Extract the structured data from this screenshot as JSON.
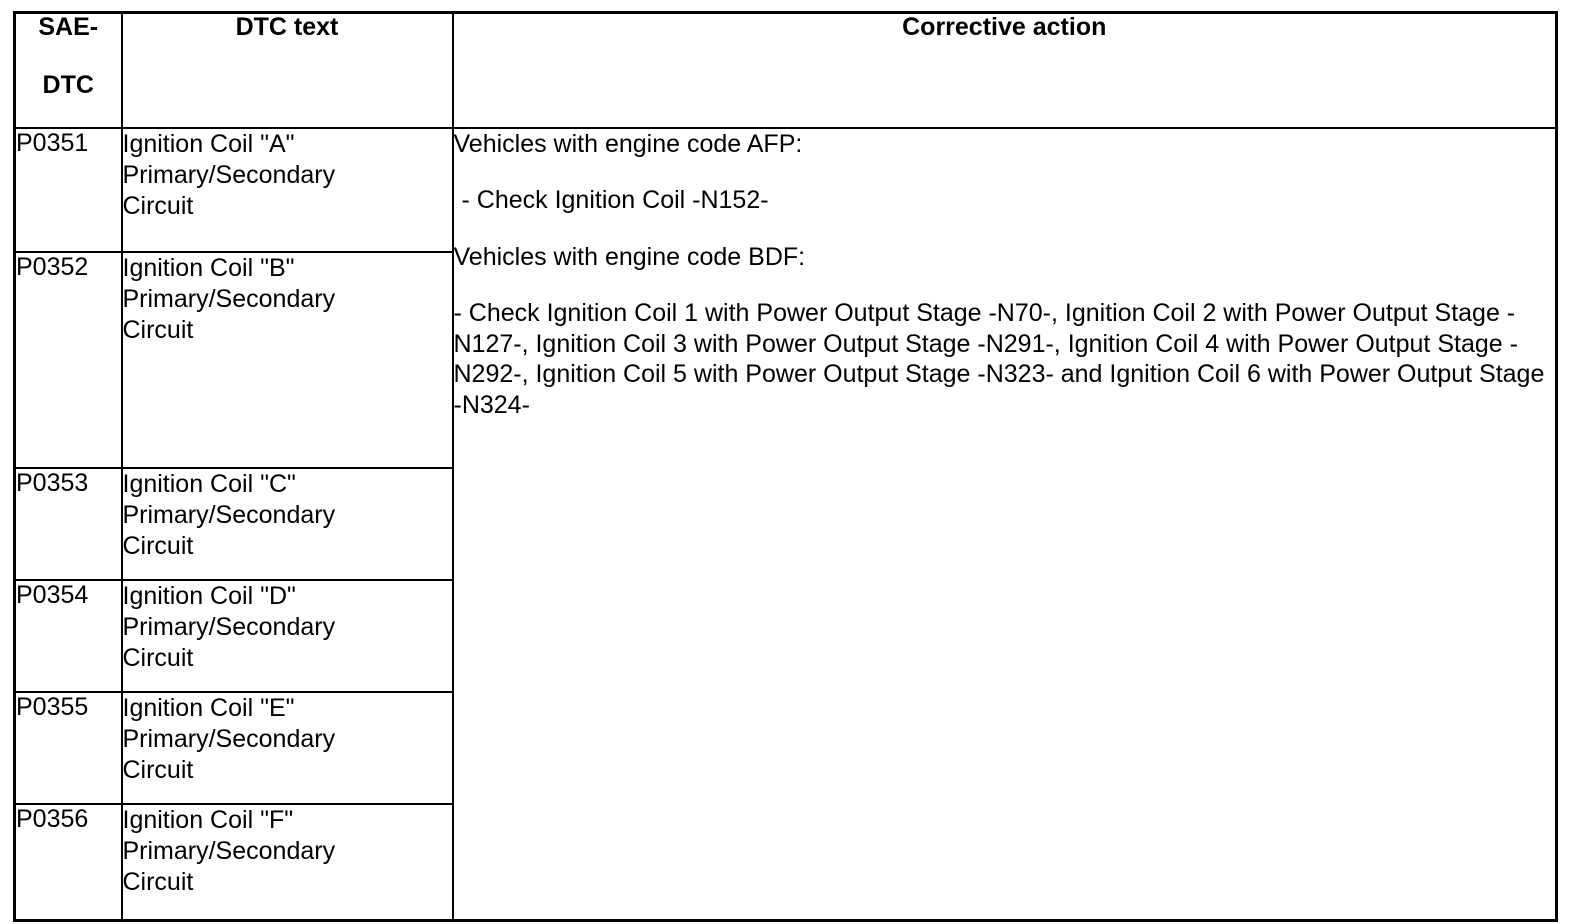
{
  "table": {
    "headers": {
      "code": {
        "line1": "SAE-",
        "line2": "DTC"
      },
      "dtc_text": "DTC text",
      "corrective_action": "Corrective action"
    },
    "rows": [
      {
        "code": "P0351",
        "text_lines": [
          "Ignition Coil \"A\"",
          "Primary/Secondary",
          "Circuit"
        ]
      },
      {
        "code": "P0352",
        "text_lines": [
          "Ignition Coil \"B\"",
          "Primary/Secondary",
          "Circuit"
        ]
      },
      {
        "code": "P0353",
        "text_lines": [
          "Ignition Coil \"C\"",
          "Primary/Secondary",
          "Circuit"
        ]
      },
      {
        "code": "P0354",
        "text_lines": [
          "Ignition Coil \"D\"",
          "Primary/Secondary",
          "Circuit"
        ]
      },
      {
        "code": "P0355",
        "text_lines": [
          "Ignition Coil \"E\"",
          "Primary/Secondary",
          "Circuit"
        ]
      },
      {
        "code": "P0356",
        "text_lines": [
          "Ignition Coil \"F\"",
          "Primary/Secondary",
          "Circuit"
        ]
      }
    ],
    "corrective_action": {
      "afp": {
        "heading": "Vehicles with engine code AFP:",
        "item": "- Check Ignition Coil -N152-"
      },
      "bdf": {
        "heading": "Vehicles with engine code BDF:",
        "item": "- Check Ignition Coil 1 with Power Output Stage -N70-, Ignition Coil 2 with Power Output Stage -N127-, Ignition Coil 3 with Power Output Stage -N291-, Ignition Coil 4 with Power Output Stage -N292-, Ignition Coil 5 with Power Output Stage -N323- and Ignition Coil 6 with Power Output Stage -N324-"
      }
    }
  },
  "colors": {
    "ink": "#000000",
    "paper": "#ffffff"
  }
}
